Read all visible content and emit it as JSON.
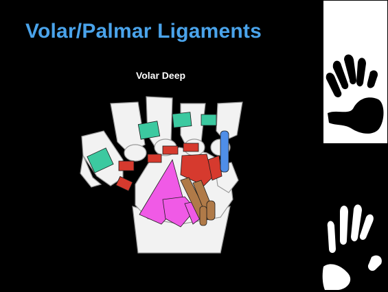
{
  "slide": {
    "title": "Volar/Palmar Ligaments",
    "subtitle": "Volar Deep"
  },
  "colors": {
    "title": "#4aa3ea",
    "background": "#000000",
    "bone": "#f2f2f2",
    "green_ligament": "#3cc9a0",
    "red_ligament": "#d63a2e",
    "magenta_ligament": "#f05ae6",
    "brown_ligament": "#b07a48",
    "blue_ligament": "#4f8ee8"
  },
  "side_panels": {
    "top": "right-hand-silhouette-black-on-white",
    "bottom": "left-hand-silhouette-white-on-black"
  }
}
